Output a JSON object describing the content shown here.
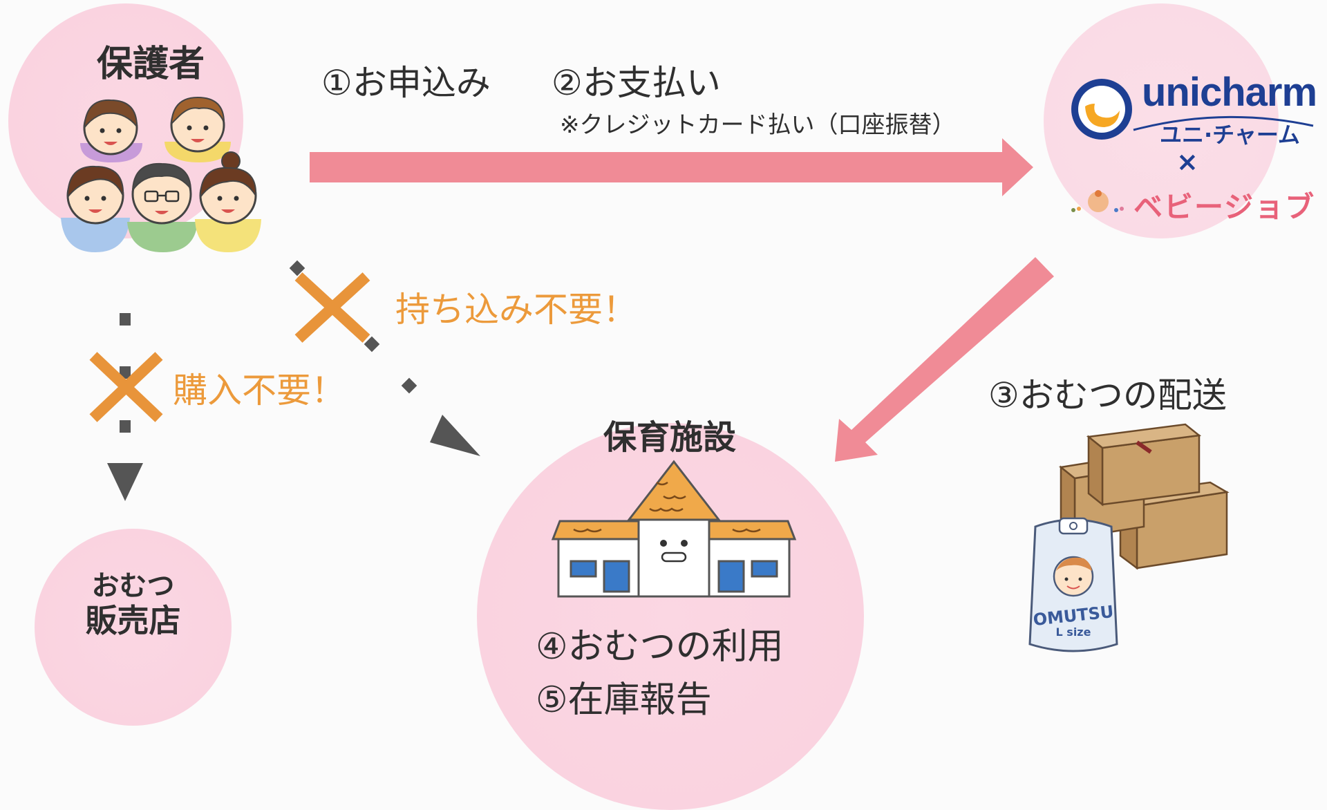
{
  "guardians": {
    "title": "保護者"
  },
  "steps": {
    "apply": "①お申込み",
    "pay": "②お支払い",
    "payment_note": "※クレジットカード払い（口座振替）",
    "delivery": "③おむつの配送",
    "use": "④おむつの利用",
    "report": "⑤在庫報告"
  },
  "provider": {
    "unicharm": "unicharm",
    "unicharm_kana": "ユニ·チャーム",
    "times": "×",
    "babyjob": "ベビージョブ"
  },
  "facility": {
    "title": "保育施設"
  },
  "store": {
    "line1": "おむつ",
    "line2": "販売店"
  },
  "notes": {
    "no_carry": "持ち込み不要！",
    "no_purchase": "購入不要！"
  },
  "diaper_pack": {
    "brand": "OMUTSU",
    "size": "L size"
  },
  "colors": {
    "circle_pink": "#fad3e0",
    "arrow_pink": "#f08b96",
    "cross_orange": "#e8943a",
    "note_orange": "#ec9a3b",
    "gray_arrow": "#555555",
    "unicharm_blue": "#1e3f93"
  }
}
